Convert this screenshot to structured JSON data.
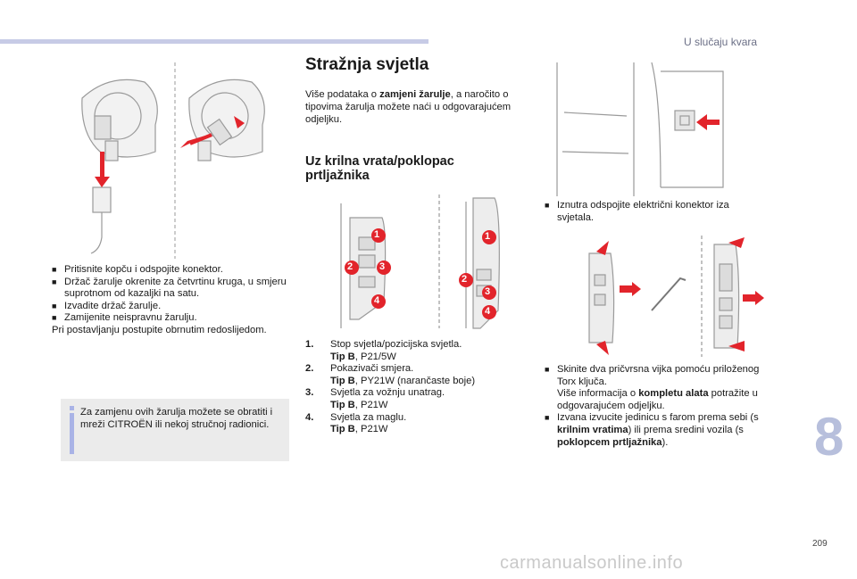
{
  "header": {
    "section_title": "U slučaju kvara"
  },
  "chapter_number": "8",
  "page_number": "209",
  "watermark": "carmanualsonline.info",
  "left_column": {
    "steps": [
      {
        "marker": "",
        "text": "Pritisnite kopču i odspojite konektor."
      },
      {
        "marker": "",
        "text": "Držač žarulje okrenite za četvrtinu kruga, u smjeru suprotnom od kazaljki na satu."
      },
      {
        "marker": "",
        "text": "Izvadite držač žarulje."
      },
      {
        "marker": "",
        "text": "Zamijenite neispravnu žarulju."
      }
    ],
    "closing": "Pri postavljanju postupite obrnutim redoslijedom.",
    "note": "Za zamjenu ovih žarulja možete se obratiti i mreži CITROËN ili nekoj stručnoj radionici."
  },
  "middle_column": {
    "title": "Stražnja svjetla",
    "intro_pre": "Više podataka o ",
    "intro_bold": "zamjeni žarulje",
    "intro_post": ", a naročito o tipovima žarulja možete naći u odgovarajućem odjeljku.",
    "subtitle": "Uz krilna vrata/poklopac prtljažnika",
    "callouts": [
      "1",
      "2",
      "3",
      "4"
    ],
    "bulbs": [
      {
        "num": "1.",
        "name": "Stop svjetla/pozicijska svjetla.",
        "type_label": "Tip B",
        "type_value": ", P21/5W"
      },
      {
        "num": "2.",
        "name": "Pokazivači smjera.",
        "type_label": "Tip B",
        "type_value": ", PY21W (narančaste boje)"
      },
      {
        "num": "3.",
        "name": "Svjetla za vožnju unatrag.",
        "type_label": "Tip B",
        "type_value": ", P21W"
      },
      {
        "num": "4.",
        "name": "Svjetla za maglu.",
        "type_label": "Tip B",
        "type_value": ", P21W"
      }
    ]
  },
  "right_column": {
    "step_a": {
      "marker": "",
      "text": "Iznutra odspojite električni konektor iza svjetala."
    },
    "step_b": {
      "marker": "",
      "t1": "Skinite dva pričvrsna vijka pomoću priloženog Torx ključa.",
      "t2": "Više informacija o ",
      "t2b": "kompletu alata",
      "t2c": " potražite u odgovarajućem odjeljku."
    },
    "step_c": {
      "marker": "",
      "t1": "Izvana izvucite jedinicu s farom prema sebi (s ",
      "b1": "krilnim vratima",
      "t2": ") ili prema sredini vozila (s ",
      "b2": "poklopcem prtljažnika",
      "t3": ")."
    }
  },
  "colors": {
    "accent_red": "#e2242b",
    "callout_red": "#e2242b",
    "header_bar": "#c7cbe6",
    "note_bg": "#ebebeb",
    "info_icon": "#a9b3e6"
  }
}
